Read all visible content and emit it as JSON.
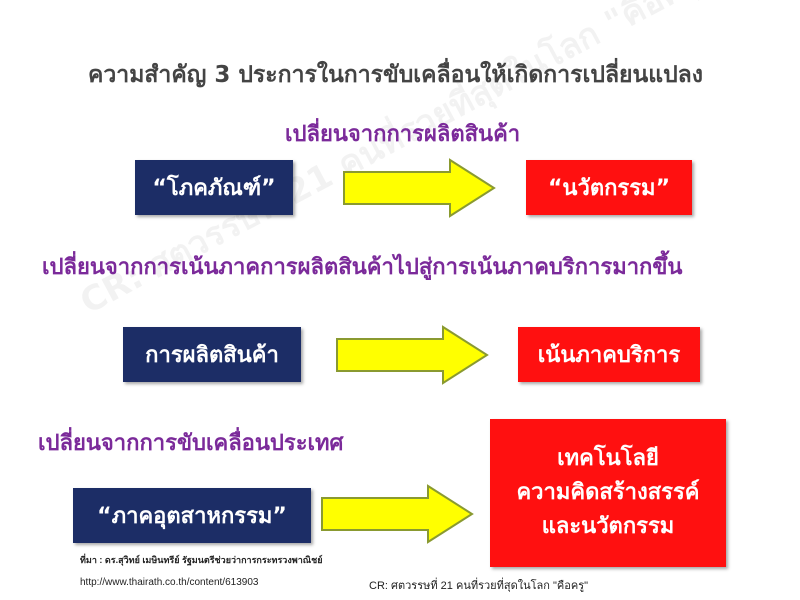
{
  "title": "ความสำคัญ 3 ประการในการขับเคลื่อนให้เกิดการเปลี่ยนแปลง",
  "watermark": "CR: ศตวรรษที่ 21 คนที่รวยที่สุดในโลก \"คือครู\"",
  "sections": [
    {
      "heading": "เปลี่ยนจากการผลิตสินค้า",
      "from": "“โภคภัณฑ์”",
      "to": "“นวัตกรรม”"
    },
    {
      "heading": "เปลี่ยนจากการเน้นภาคการผลิตสินค้าไปสู่การเน้นภาคบริการมากขึ้น",
      "from": "การผลิตสินค้า",
      "to": "เน้นภาคบริการ"
    },
    {
      "heading": "เปลี่ยนจากการขับเคลื่อนประเทศ",
      "from": "“ภาคอุตสาหกรรม”",
      "to_lines": [
        "เทคโนโลยี",
        "ความคิดสร้างสรรค์",
        "และนวัตกรรม"
      ]
    }
  ],
  "source": "ที่มา : ดร.สุวิทย์ เมษินทรีย์ รัฐมนตรีช่วยว่าการกระทรวงพาณิชย์",
  "url": "http://www.thairath.co.th/content/613903",
  "credit": "CR: ศตวรรษที่ 21 คนที่รวยที่สุดในโลก \"คือครู\"",
  "colors": {
    "heading": "#7b2a9a",
    "navy_box": "#1c2d66",
    "red_box": "#ff1010",
    "arrow_fill": "#ffff00",
    "arrow_stroke": "#8a9a30"
  }
}
